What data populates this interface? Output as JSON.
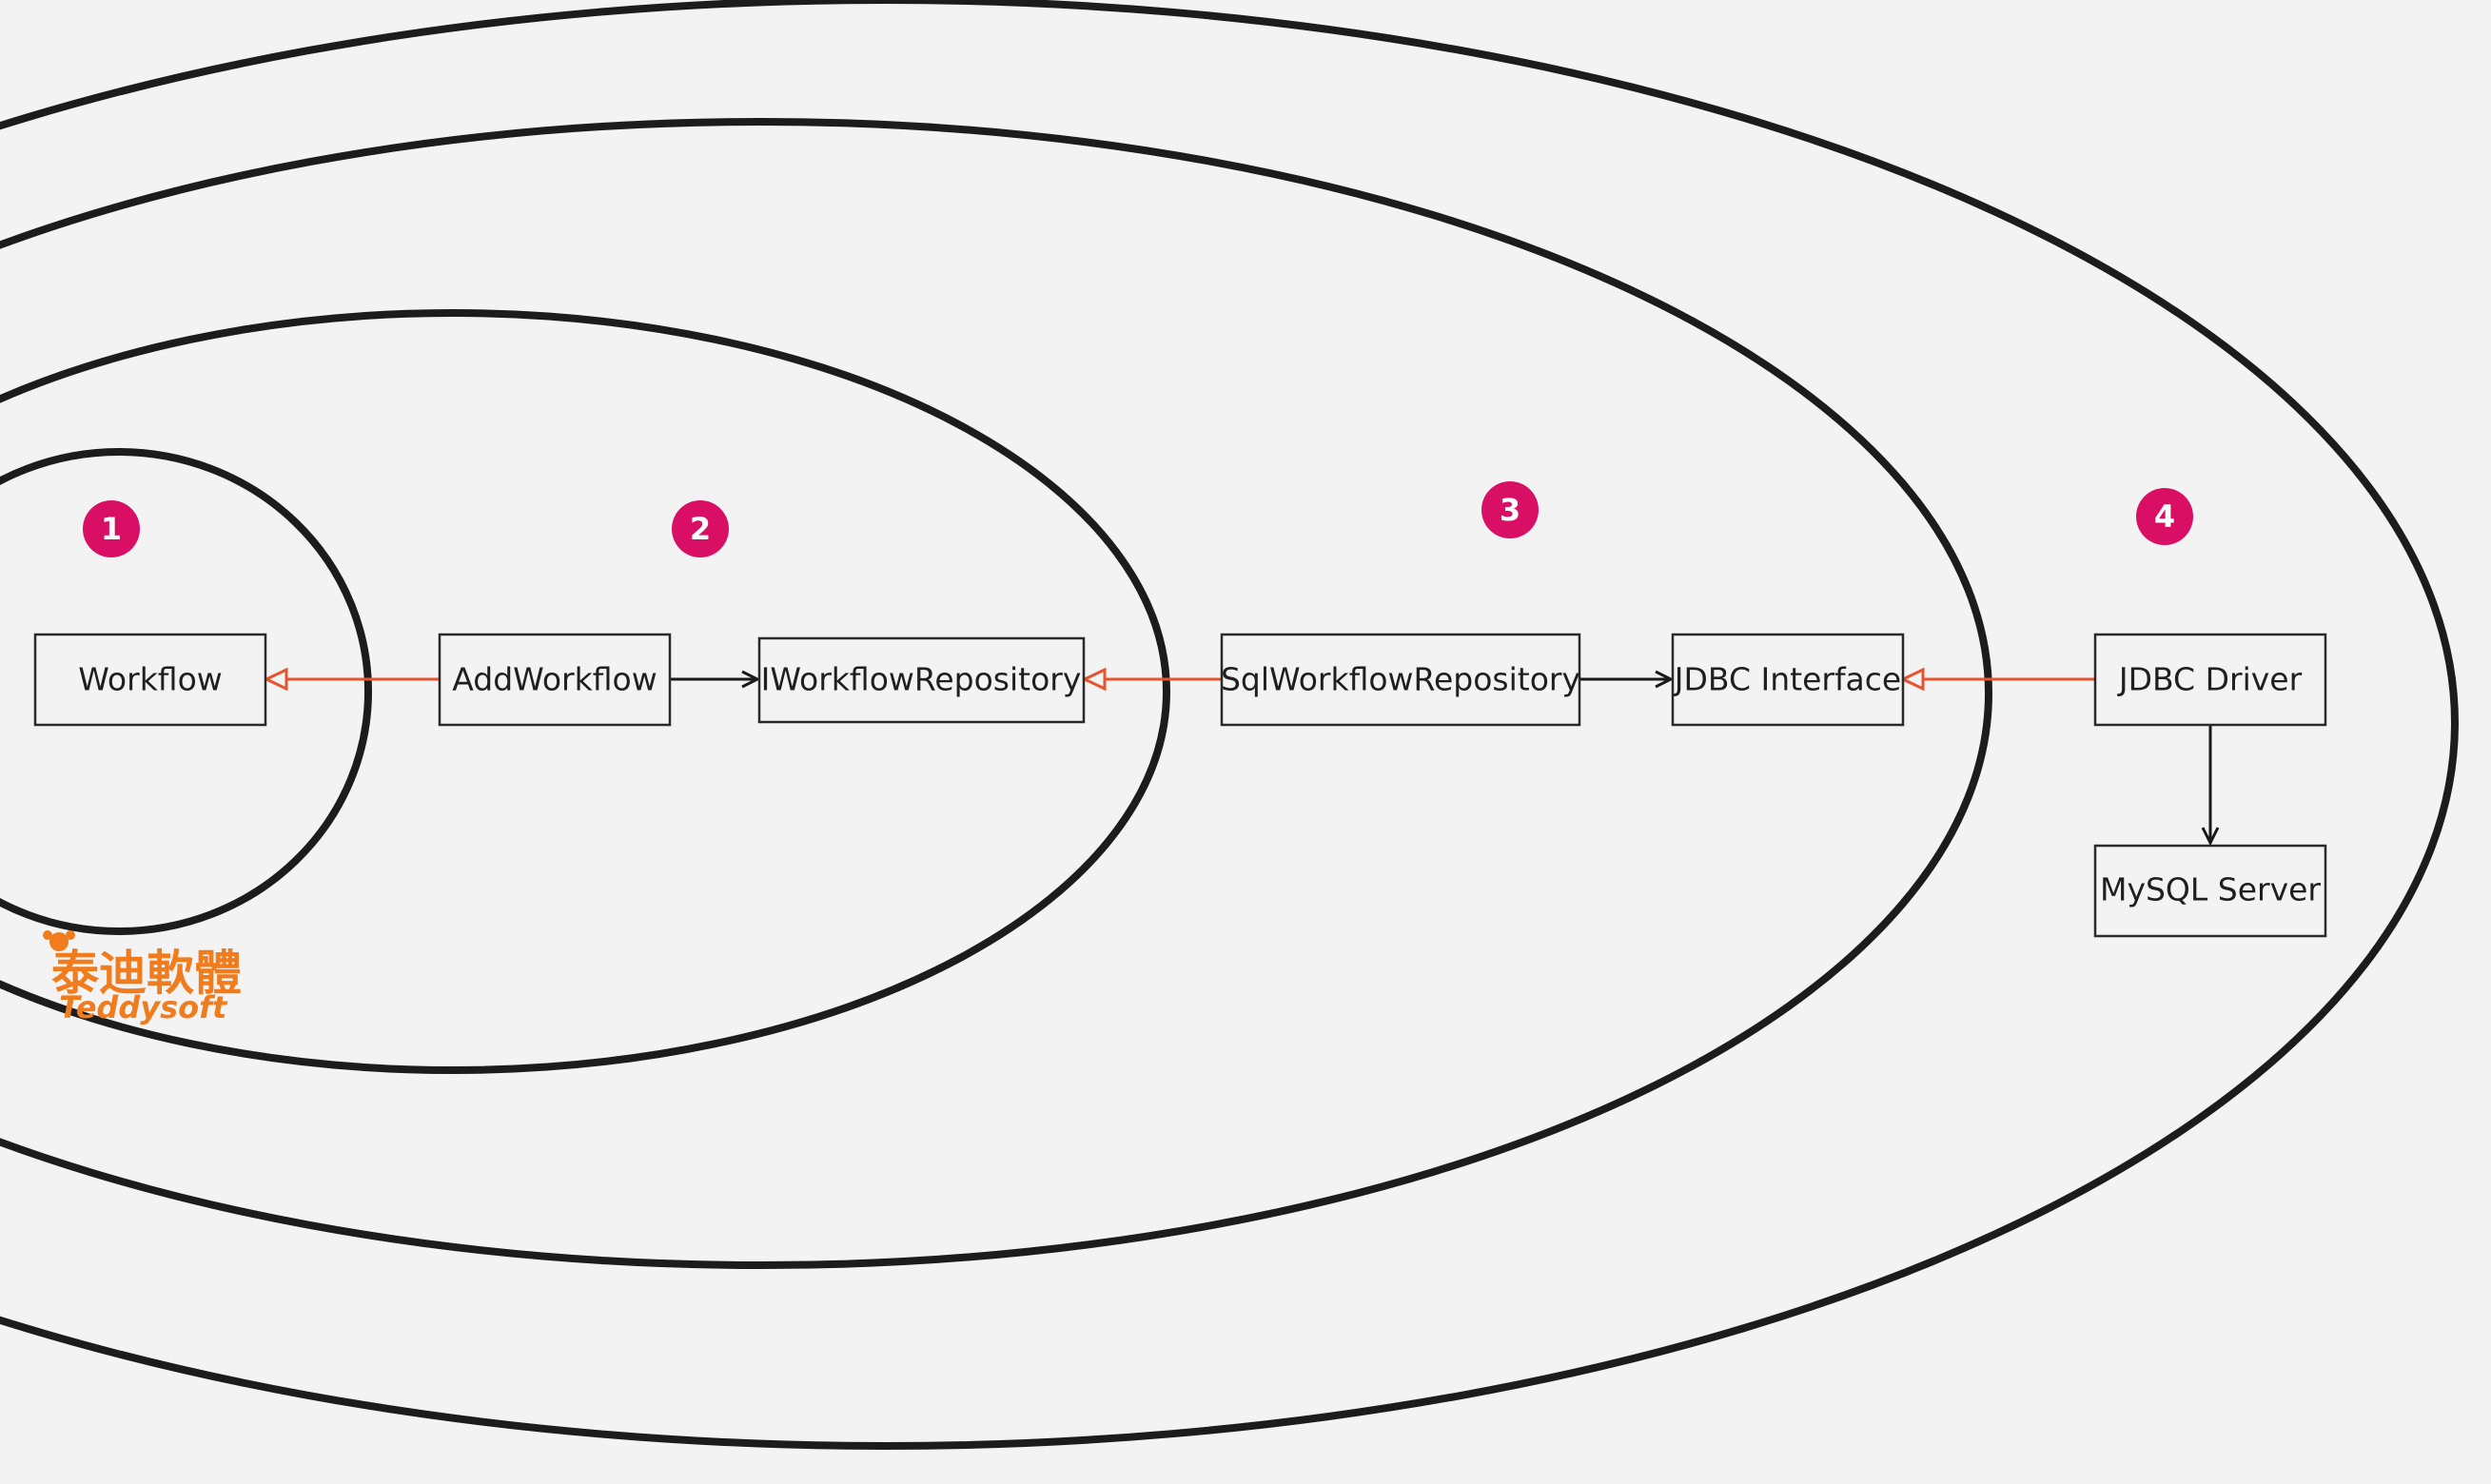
{
  "badges": [
    "1",
    "2",
    "3",
    "4"
  ],
  "boxes": {
    "workflow": "Workflow",
    "add_workflow": "AddWorkflow",
    "iworkflow_repository": "IWorkflowRepository",
    "sql_workflow_repository": "SqlWorkflowRepository",
    "jdbc_interface": "JDBC Interface",
    "jdbc_driver": "JDBC Driver",
    "mysql_server": "MySQL Server"
  },
  "logo": {
    "chinese": "泰迪軟體",
    "english": "Teddysoft"
  },
  "colors": {
    "background": "#f3f3f3",
    "ring": "#1c1c1c",
    "badge": "#d90f66",
    "dependency_arrow": "#1a1a1a",
    "implementation_arrow": "#e8532d",
    "logo": "#f07c1e"
  }
}
